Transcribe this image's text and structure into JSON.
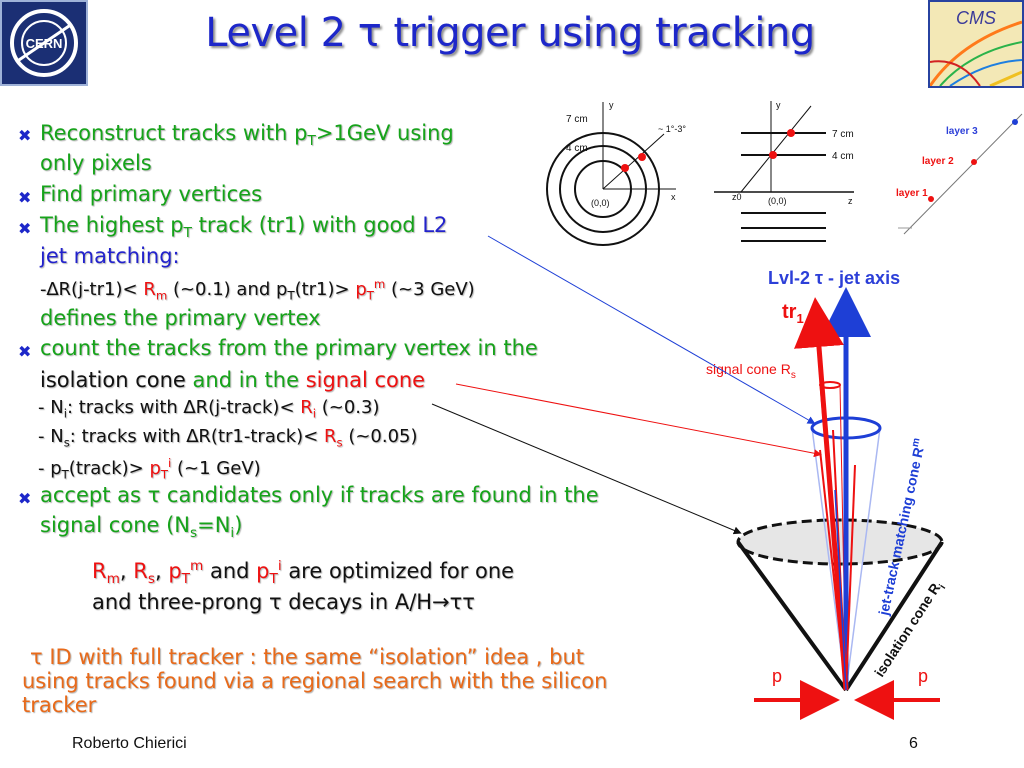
{
  "slide": {
    "title": "Level 2 τ trigger using tracking",
    "footer_author": "Roberto Chierici",
    "footer_page": "6"
  },
  "logos": {
    "left": "CERN",
    "right": "CMS"
  },
  "bullets": {
    "b1_line1": "Reconstruct tracks with p",
    "b1_line1_sub": "T",
    "b1_line1_tail": ">1GeV using",
    "b1_line2": "only pixels",
    "b2": "Find primary vertices",
    "b3_pre": "The highest p",
    "b3_sub": "T",
    "b3_mid": " track (tr1) with good ",
    "b3_l2": "L2",
    "b3_line2": "jet matching:",
    "b3_cond_a": "-∆R(j-tr1)< ",
    "b3_cond_rm": "R",
    "b3_cond_rm_sub": "m",
    "b3_cond_b": " (~0.1)  and  p",
    "b3_cond_b_sub": "T",
    "b3_cond_c": "(tr1)> ",
    "b3_cond_pt": "p",
    "b3_cond_pt_sub": "T",
    "b3_cond_pt_sup": "m",
    "b3_cond_d": " (~3 GeV)",
    "b3_line4": "defines the primary vertex",
    "b4_line1": "count the tracks from the primary vertex in the",
    "b4_line2_a": "isolation cone",
    "b4_line2_b": " and in the ",
    "b4_line2_c": "signal cone",
    "b4_ni_a": "- N",
    "b4_ni_sub": "i",
    "b4_ni_b": ": tracks with ∆R(j-track)< ",
    "b4_ni_r": "R",
    "b4_ni_r_sub": "i",
    "b4_ni_c": " (~0.3)",
    "b4_ns_a": "- N",
    "b4_ns_sub": "s",
    "b4_ns_b": ": tracks with ∆R(tr1-track)< ",
    "b4_ns_r": "R",
    "b4_ns_r_sub": "s",
    "b4_ns_c": " (~0.05)",
    "b4_pt_a": "- p",
    "b4_pt_sub": "T",
    "b4_pt_b": "(track)> ",
    "b4_pt_r": "p",
    "b4_pt_r_sub": "T",
    "b4_pt_r_sup": "i",
    "b4_pt_c": " (~1 GeV)",
    "b5_line1": "accept as τ candidates only if tracks are found in the",
    "b5_line2_a": "signal cone (N",
    "b5_line2_sub1": "s",
    "b5_line2_b": "=N",
    "b5_line2_sub2": "i",
    "b5_line2_c": ")"
  },
  "note": {
    "rm": "R",
    "rm_sub": "m",
    "comma1": ", ",
    "rs": "R",
    "rs_sub": "s",
    "comma2": ", ",
    "ptm": "p",
    "ptm_sub": "T",
    "ptm_sup": "m",
    "and": " and ",
    "pti": "p",
    "pti_sub": "T",
    "pti_sup": "i",
    "tail1": " are optimized for one",
    "line2": "and three-prong τ decays in A/H→ττ"
  },
  "conclusion": {
    "line1": "τ ID with full tracker : the same “isolation” idea , but",
    "line2": "using tracks found via a regional search with the silicon",
    "line3": "tracker"
  },
  "diagram_top": {
    "label_7cm": "7 cm",
    "label_4cm": "4 cm",
    "label_y": "y",
    "label_x": "x",
    "label_origin": "(0,0)",
    "label_angle": "~ 1°-3°",
    "label_7cm_b": "7 cm",
    "label_4cm_b": "4 cm",
    "label_y_b": "y",
    "label_z": "z",
    "label_z0": "z0",
    "label_origin_b": "(0,0)",
    "layer3": "layer 3",
    "layer2": "layer 2",
    "layer1": "layer 1"
  },
  "cone_diagram": {
    "axis_label": "Lvl-2 τ - jet axis",
    "tr1": "tr",
    "tr1_sub": "1",
    "signal_cone": "signal cone R",
    "signal_cone_sub": "s",
    "matching_cone": "jet-track matching cone R",
    "matching_cone_sub": "m",
    "isolation_cone": "isolation cone R",
    "isolation_cone_sub": "i",
    "p_left": "p",
    "p_right": "p"
  },
  "colors": {
    "title": "#1d27c9",
    "green_text": "#16a31a",
    "red_text": "#ee1111",
    "orange_text": "#e86a1a",
    "blue_axis": "#1e3fd6"
  }
}
